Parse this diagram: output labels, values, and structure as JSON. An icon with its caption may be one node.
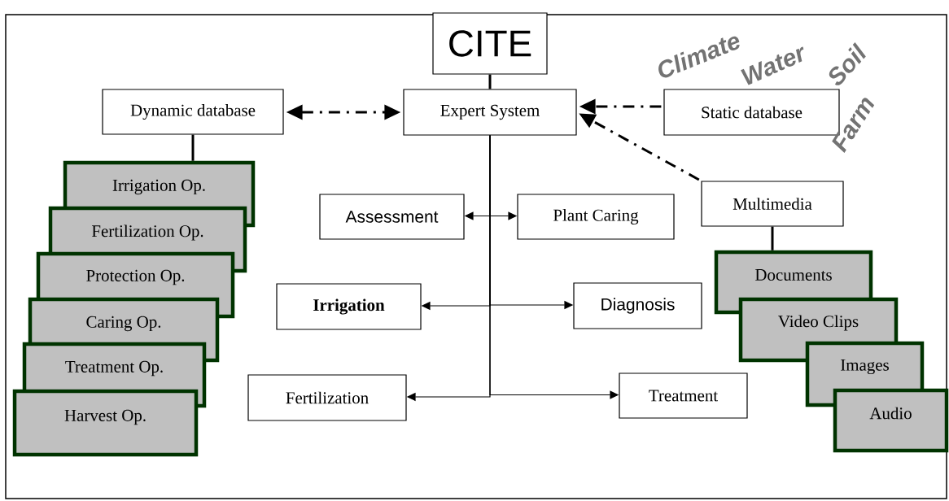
{
  "diagram": {
    "nodes": [
      {
        "text": [
          "CITE"
        ]
      },
      {
        "text": [
          "Dynamic database"
        ]
      },
      {
        "text": [
          "Expert System"
        ]
      },
      {
        "text": [
          "Static database"
        ]
      },
      {
        "text": [
          "Multimedia"
        ]
      },
      {
        "text": [
          "Assessment"
        ]
      },
      {
        "text": [
          "Plant Caring"
        ]
      },
      {
        "text": [
          "Irrigation"
        ]
      },
      {
        "text": [
          "Diagnosis"
        ]
      },
      {
        "text": [
          "Fertilization"
        ]
      },
      {
        "text": [
          "Treatment"
        ]
      },
      {
        "text": [
          "Irrigation Op."
        ]
      },
      {
        "text": [
          "Fertilization Op."
        ]
      },
      {
        "text": [
          "Protection Op."
        ]
      },
      {
        "text": [
          "Caring Op."
        ]
      },
      {
        "text": [
          "Treatment Op."
        ]
      },
      {
        "text": [
          "Harvest Op."
        ]
      },
      {
        "text": [
          "Documents"
        ]
      },
      {
        "text": [
          "Video Clips"
        ]
      },
      {
        "text": [
          "Images"
        ]
      },
      {
        "text": [
          "Audio"
        ]
      }
    ],
    "edges": [
      {
        "from": 0,
        "to": 2,
        "arrow": "none",
        "style": "thick"
      },
      {
        "from": 1,
        "to": 2,
        "arrow": "both",
        "style": "dashed"
      },
      {
        "from": 3,
        "to": 2,
        "arrow": "to",
        "style": "dashed"
      },
      {
        "from": 4,
        "to": 2,
        "arrow": "to",
        "style": "dashed"
      },
      {
        "from": 2,
        "to": 5,
        "arrow": "to"
      },
      {
        "from": 2,
        "to": 6,
        "arrow": "to"
      },
      {
        "from": 2,
        "to": 7,
        "arrow": "to"
      },
      {
        "from": 2,
        "to": 8,
        "arrow": "to"
      },
      {
        "from": 2,
        "to": 9,
        "arrow": "to"
      },
      {
        "from": 2,
        "to": 10,
        "arrow": "to"
      },
      {
        "from": 1,
        "to": 11,
        "arrow": "none",
        "style": "thick"
      },
      {
        "from": 4,
        "to": 17,
        "arrow": "none",
        "style": "thick"
      }
    ],
    "labels": [
      "Climate",
      "Water",
      "Soil",
      "Farm"
    ]
  }
}
